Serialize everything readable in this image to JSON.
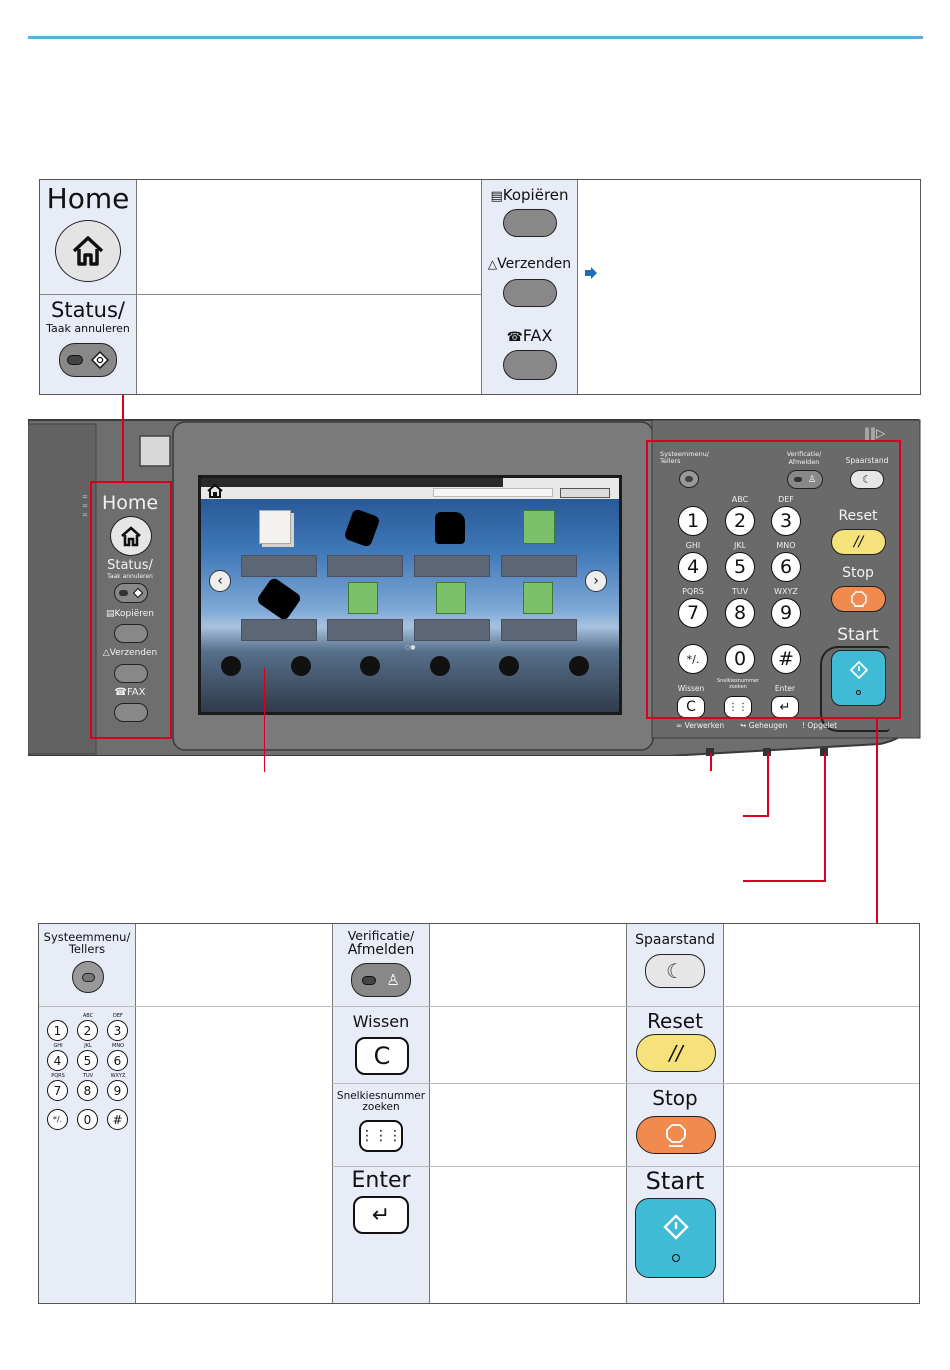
{
  "top_table": {
    "home": {
      "label": "Home"
    },
    "status": {
      "label_main": "Status/",
      "label_sub": "Taak annuleren"
    },
    "functions": [
      {
        "label": "Kopiëren",
        "icon": "copy-icon"
      },
      {
        "label": "Verzenden",
        "icon": "send-icon"
      },
      {
        "label": "FAX",
        "icon": "fax-icon"
      }
    ],
    "arrow_icon": "arrow-right-icon"
  },
  "panel": {
    "home": "Home",
    "status": "Status/",
    "status_sub": "Taak annuleren",
    "copy": "Kopiëren",
    "send": "Verzenden",
    "fax": "FAX",
    "systemmenu": "Systeemmenu/\nTellers",
    "verificatie": "Verificatie/\nAfmelden",
    "spaarstand": "Spaarstand",
    "reset": "Reset",
    "stop": "Stop",
    "start": "Start",
    "wissen": "Wissen",
    "snelkies": "Snelkiesnummer\nzoeken",
    "enter": "Enter",
    "indicators": [
      "Verwerken",
      "Geheugen",
      "Opgelet"
    ],
    "keys": [
      {
        "k": "1",
        "sub": ""
      },
      {
        "k": "2",
        "sub": "ABC"
      },
      {
        "k": "3",
        "sub": "DEF"
      },
      {
        "k": "4",
        "sub": "GHI"
      },
      {
        "k": "5",
        "sub": "JKL"
      },
      {
        "k": "6",
        "sub": "MNO"
      },
      {
        "k": "7",
        "sub": "PQRS"
      },
      {
        "k": "8",
        "sub": "TUV"
      },
      {
        "k": "9",
        "sub": "WXYZ"
      },
      {
        "k": "*/.",
        "sub": ""
      },
      {
        "k": "0",
        "sub": ""
      },
      {
        "k": "#",
        "sub": ""
      }
    ]
  },
  "bottom_table": {
    "systemmenu": "Systeemmenu/\nTellers",
    "verificatie_1": "Verificatie/",
    "verificatie_2": "Afmelden",
    "spaarstand": "Spaarstand",
    "wissen": "Wissen",
    "reset": "Reset",
    "snelkies": "Snelkiesnummer\nzoeken",
    "stop": "Stop",
    "enter": "Enter",
    "start": "Start"
  },
  "colors": {
    "accent_line": "#5aaee0",
    "callout": "#d8001c",
    "panel": "#6b6b6b",
    "start": "#3fbbd6",
    "stop": "#f08a4e",
    "reset": "#f5e27a"
  }
}
